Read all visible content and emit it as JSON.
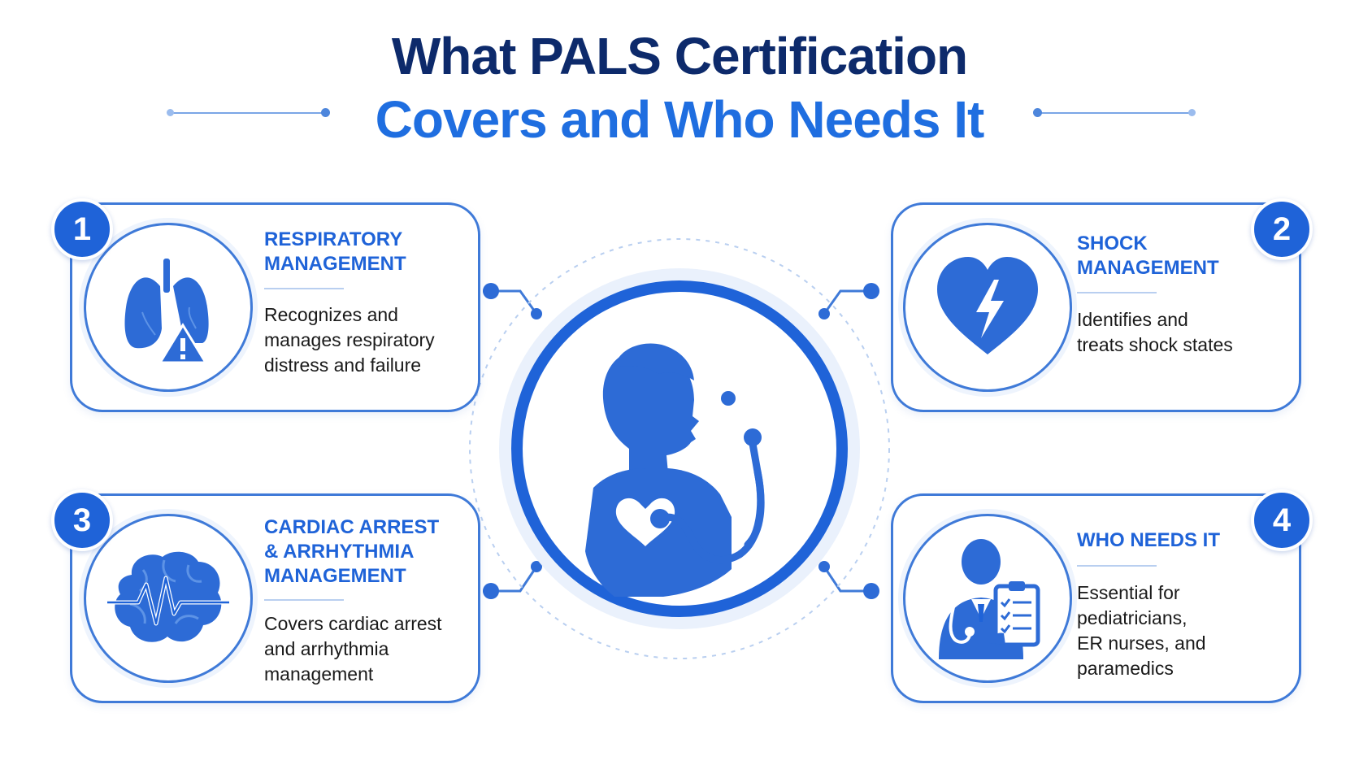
{
  "title": {
    "line1": "What PALS Certification",
    "line2": "Covers and Who Needs It"
  },
  "colors": {
    "navy": "#0d2a6b",
    "accent": "#1f63d8",
    "light_accent": "#e8f0fc"
  },
  "center": {
    "icon": "child-with-stethoscope-icon"
  },
  "cards": [
    {
      "number": "1",
      "title": "RESPIRATORY\nMANAGEMENT",
      "description": "Recognizes and\nmanages respiratory\ndistress and failure",
      "icon": "lungs-warning-icon"
    },
    {
      "number": "2",
      "title": "SHOCK\nMANAGEMENT",
      "description": "Identifies and\ntreats shock states",
      "icon": "heart-lightning-icon"
    },
    {
      "number": "3",
      "title": "CARDIAC ARREST\n& ARRHYTHMIA\nMANAGEMENT",
      "description": "Covers cardiac arrest\nand arrhythmia\nmanagement",
      "icon": "brain-heartbeat-icon"
    },
    {
      "number": "4",
      "title": "WHO NEEDS IT",
      "description": "Essential for\npediatricians,\nER nurses, and\nparamedics",
      "icon": "doctor-clipboard-icon"
    }
  ]
}
